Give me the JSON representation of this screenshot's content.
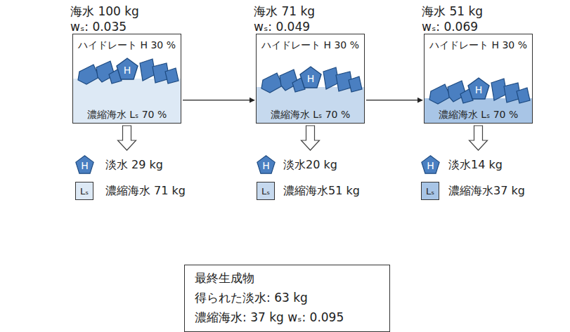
{
  "diagram": {
    "nodes": [
      {
        "text": [
          "海水 100 kg",
          "wₛ: 0.035"
        ]
      },
      {
        "text": [
          "ハイドレート H 30 %"
        ],
        "in": 0
      },
      {
        "text": [
          "H"
        ],
        "in": 1
      },
      {
        "text": [
          "濃縮海水 Lₛ 70 %"
        ],
        "in": 0
      },
      {
        "text": [
          "海水 71 kg",
          "wₛ: 0.049"
        ]
      },
      {
        "text": [
          "ハイドレート H 30 %"
        ],
        "in": 4
      },
      {
        "text": [
          "H"
        ],
        "in": 5
      },
      {
        "text": [
          "濃縮海水 Lₛ 70 %"
        ],
        "in": 4
      },
      {
        "text": [
          "海水 51 kg",
          "wₛ: 0.069"
        ]
      },
      {
        "text": [
          "ハイドレート H 30 %"
        ],
        "in": 8
      },
      {
        "text": [
          "H"
        ],
        "in": 9
      },
      {
        "text": [
          "濃縮海水 Lₛ 70 %"
        ],
        "in": 8
      },
      {
        "text": [
          "H"
        ]
      },
      {
        "text": [
          "Lₛ"
        ]
      },
      {
        "text": [
          "H"
        ]
      },
      {
        "text": [
          "Lₛ"
        ]
      },
      {
        "text": [
          "H"
        ]
      },
      {
        "text": [
          "Lₛ"
        ]
      },
      {
        "text": [
          "最終生成物",
          "得られた淡水: 63 kg",
          "濃縮海水: 37 kg  wₛ: 0.095"
        ]
      }
    ],
    "edges": [
      {
        "from": 0,
        "to": 4,
        "arrow": "to"
      },
      {
        "from": 4,
        "to": 8,
        "arrow": "to"
      },
      {
        "from": 0,
        "to": 12,
        "arrow": "to"
      },
      {
        "from": 4,
        "to": 14,
        "arrow": "to"
      },
      {
        "from": 8,
        "to": 16,
        "arrow": "to"
      }
    ],
    "labels": [
      "淡水 29 kg",
      "濃縮海水 71 kg",
      "淡水20 kg",
      "濃縮海水51 kg",
      "淡水14 kg",
      "濃縮海水37 kg"
    ]
  }
}
